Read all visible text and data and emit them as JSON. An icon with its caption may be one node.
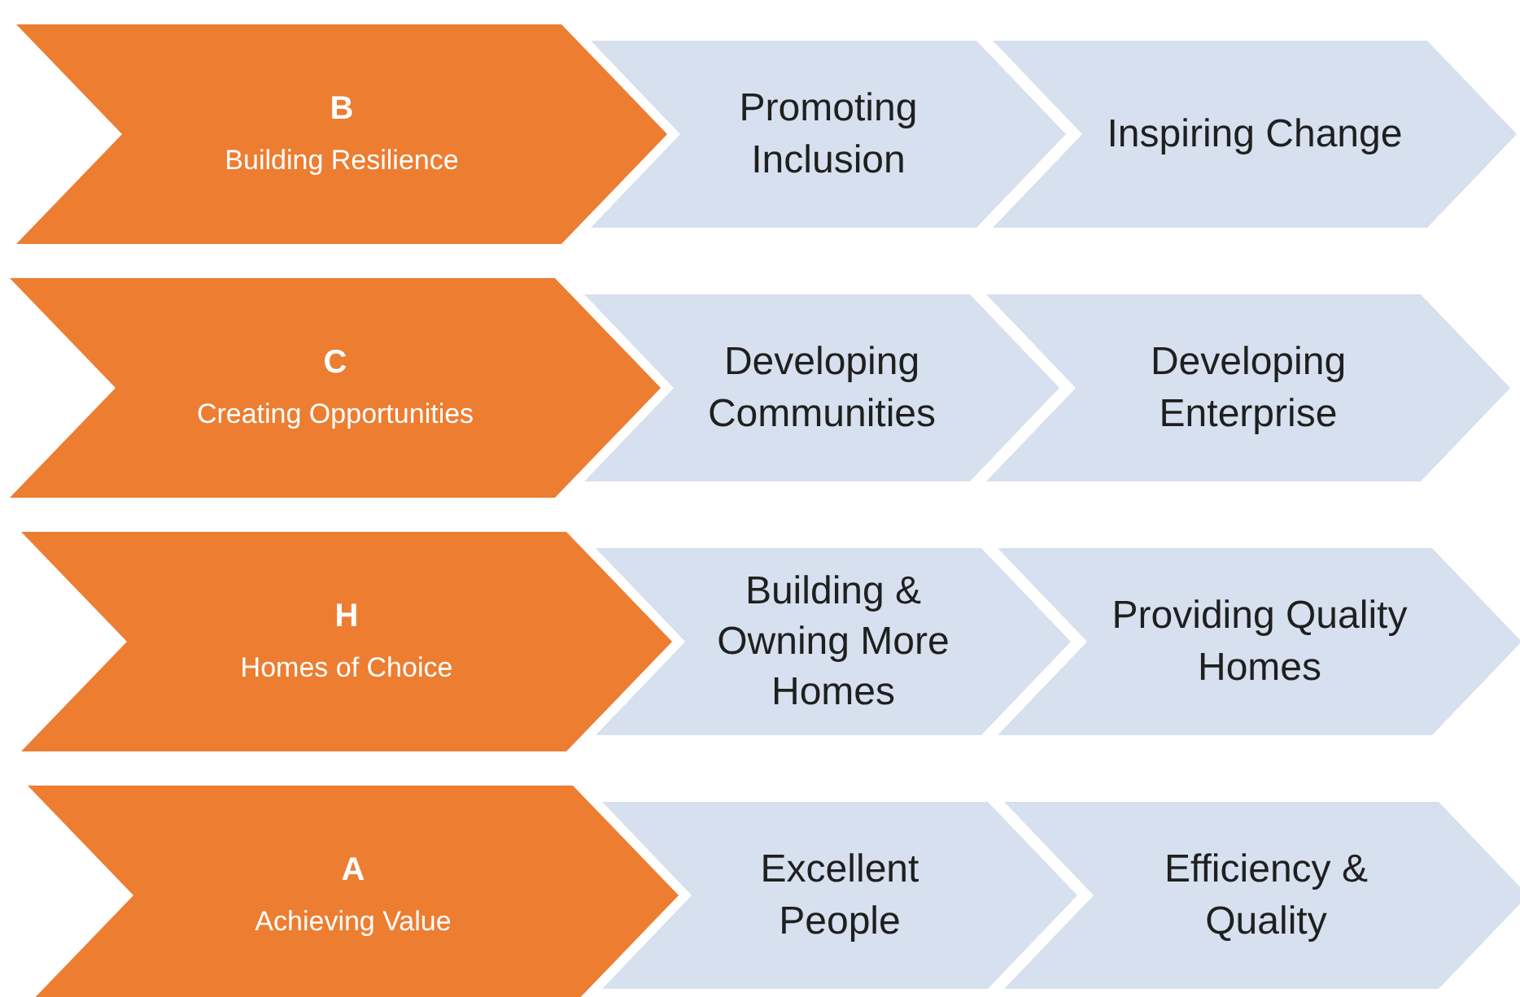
{
  "diagram": {
    "nodes": [
      {
        "text": [
          "B",
          "Building Resilience"
        ]
      },
      {
        "text": [
          "Promoting Inclusion"
        ]
      },
      {
        "text": [
          "Inspiring Change"
        ]
      },
      {
        "text": [
          "C",
          "Creating Opportunities"
        ]
      },
      {
        "text": [
          "Developing Communities"
        ]
      },
      {
        "text": [
          "Developing Enterprise"
        ]
      },
      {
        "text": [
          "H",
          "Homes of Choice"
        ]
      },
      {
        "text": [
          "Building & Owning More Homes"
        ]
      },
      {
        "text": [
          "Providing Quality Homes"
        ]
      },
      {
        "text": [
          "A",
          "Achieving Value"
        ]
      },
      {
        "text": [
          "Excellent People"
        ]
      },
      {
        "text": [
          "Efficiency & Quality"
        ]
      }
    ]
  }
}
